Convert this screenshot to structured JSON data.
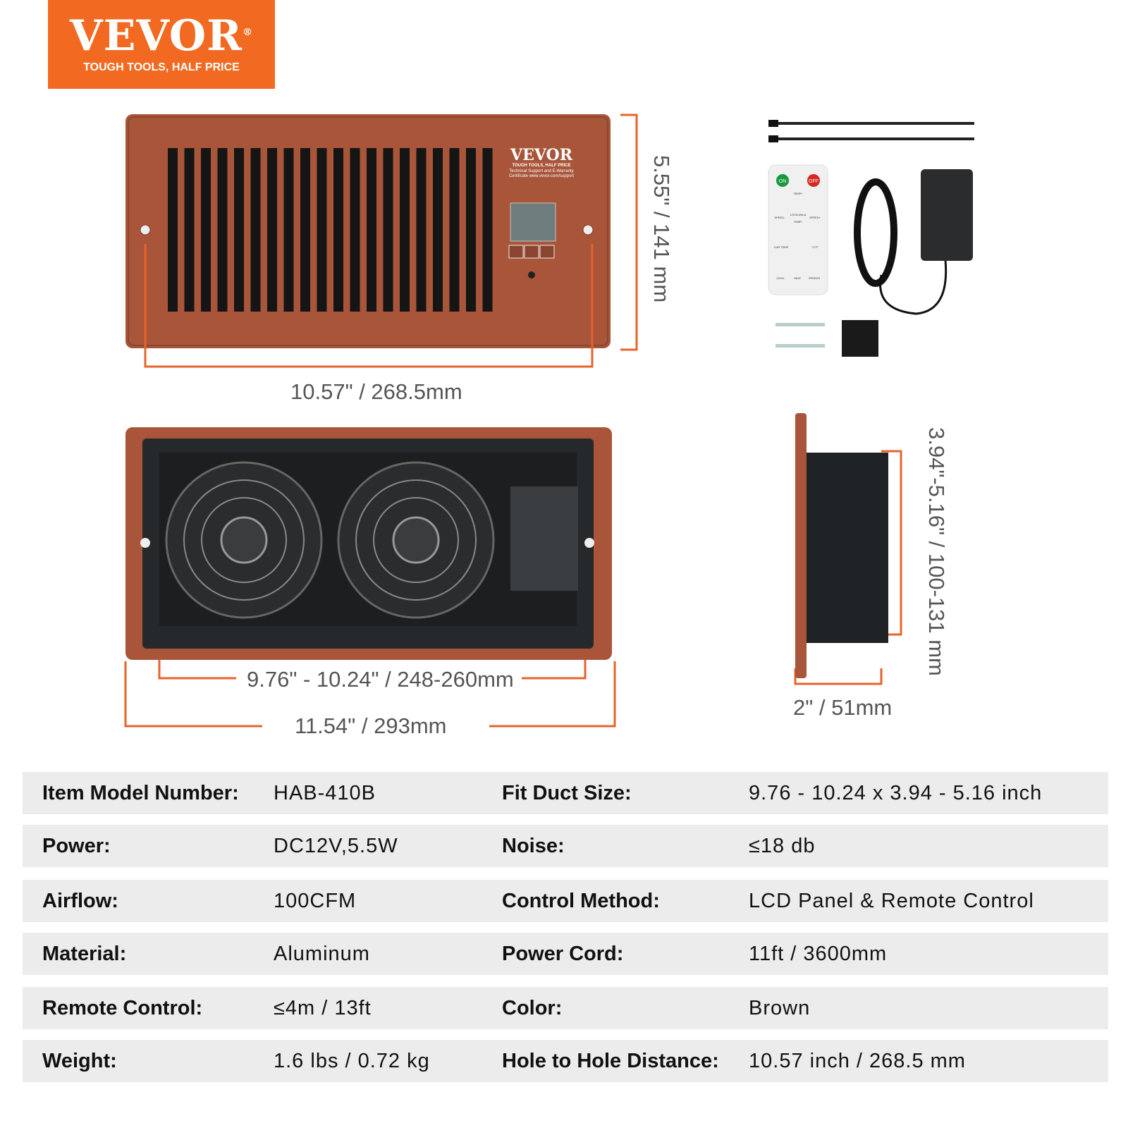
{
  "logo": {
    "brand": "VEVOR",
    "registered": "®",
    "tagline": "TOUGH TOOLS, HALF PRICE"
  },
  "vent_label": {
    "brand": "VEVOR",
    "tagline": "TOUGH TOOLS, HALF PRICE",
    "support": "Technical Support and E-Warranty",
    "certificate": "Certificate www.vevor.com/support"
  },
  "remote": {
    "on": "ON",
    "off": "OFF",
    "temp_up": "TEMP+",
    "speed_down": "SPEED-",
    "lock": "LOCK/UNLA",
    "speed_up": "SPEED+",
    "temp_down": "TEMP-",
    "cur_temp": "CUR TEMP",
    "unit": "°C/°F",
    "cool": "COOL",
    "heat": "HEAT",
    "speeds": "SPEEDS"
  },
  "dimensions": {
    "height_front": "5.55\" / 141 mm",
    "hole_distance": "10.57\" / 268.5mm",
    "fit_width": "9.76\" - 10.24\" / 248-260mm",
    "overall_width": "11.54\" /  293mm",
    "depth_range": "3.94\"-5.16\"  /  100-131 mm",
    "depth": "2\" /  51mm"
  },
  "colors": {
    "brand_orange": "#f26a21",
    "dimension_line": "#e8632a",
    "vent_brown": "#a8553a",
    "row_bg": "#ececec"
  },
  "specs": [
    {
      "label": "Item Model Number:",
      "value": "HAB-410B",
      "label2": "Fit Duct Size:",
      "value2": "9.76 - 10.24  x 3.94 - 5.16 inch"
    },
    {
      "label": "Power:",
      "value": "DC12V,5.5W",
      "label2": "Noise:",
      "value2": "≤18 db"
    },
    {
      "label": "Airflow:",
      "value": "100CFM",
      "label2": "Control Method:",
      "value2": "LCD Panel & Remote Control"
    },
    {
      "label": "Material:",
      "value": "Aluminum",
      "label2": "Power Cord:",
      "value2": "11ft / 3600mm"
    },
    {
      "label": "Remote Control:",
      "value": "≤4m / 13ft",
      "label2": "Color:",
      "value2": "Brown"
    },
    {
      "label": "Weight:",
      "value": "1.6 lbs / 0.72 kg",
      "label2": "Hole to Hole Distance:",
      "value2": "10.57 inch / 268.5 mm"
    }
  ]
}
